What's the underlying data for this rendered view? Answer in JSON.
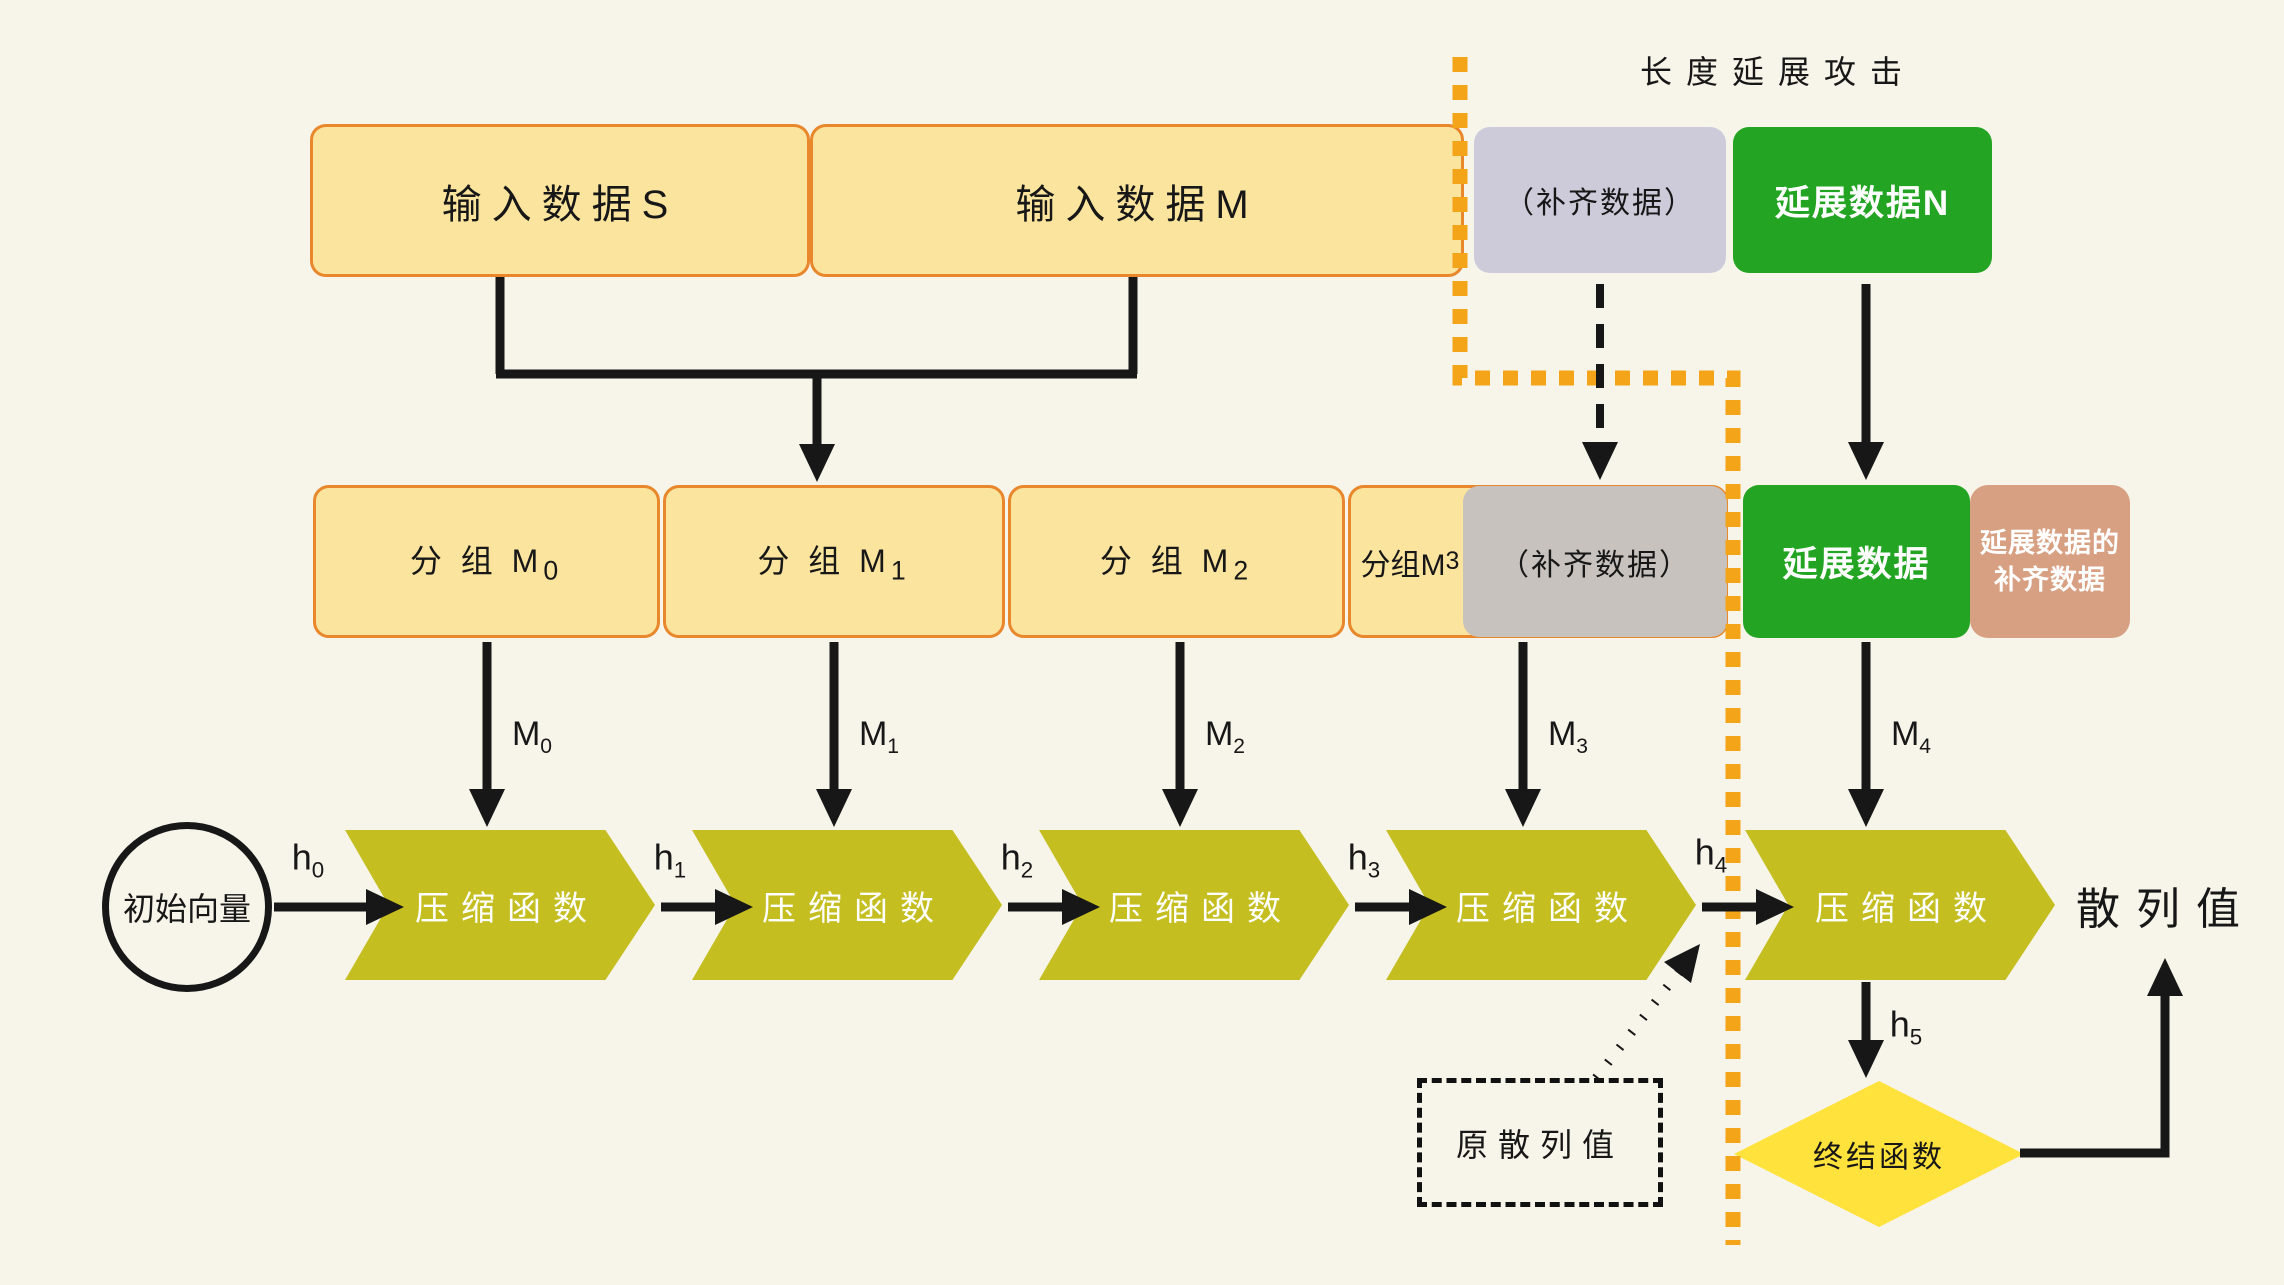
{
  "attack_label": "长度延展攻击",
  "top_row": {
    "input_s": "输入数据S",
    "input_m": "输入数据M",
    "padding": "（补齐数据）",
    "extension_n": "延展数据N"
  },
  "block_row": {
    "blocks": [
      {
        "base": "分 组 M",
        "sub": "0"
      },
      {
        "base": "分 组 M",
        "sub": "1"
      },
      {
        "base": "分 组 M",
        "sub": "2"
      },
      {
        "base": "分组M",
        "sub": "3"
      }
    ],
    "padding": "（补齐数据）",
    "extension": "延展数据",
    "extension_padding_line1": "延展数据的",
    "extension_padding_line2": "补齐数据"
  },
  "chain": {
    "iv": "初始向量",
    "compression": "压缩函数",
    "h_labels": [
      {
        "base": "h",
        "sub": "0"
      },
      {
        "base": "h",
        "sub": "1"
      },
      {
        "base": "h",
        "sub": "2"
      },
      {
        "base": "h",
        "sub": "3"
      },
      {
        "base": "h",
        "sub": "4"
      },
      {
        "base": "h",
        "sub": "5"
      }
    ],
    "m_labels": [
      {
        "base": "M",
        "sub": "0"
      },
      {
        "base": "M",
        "sub": "1"
      },
      {
        "base": "M",
        "sub": "2"
      },
      {
        "base": "M",
        "sub": "3"
      },
      {
        "base": "M",
        "sub": "4"
      }
    ],
    "hash_value": "散列值",
    "original_hash": "原散列值",
    "finalization": "终结函数"
  },
  "colors": {
    "background": "#F7F4E9",
    "block_fill": "#FBE49E",
    "block_border": "#E8872B",
    "padding_top_fill": "#CDCBDA",
    "padding_mid_fill": "#C7C2BD",
    "extension_fill": "#23A523",
    "extension_padding_fill": "#D8A082",
    "compression_fill": "#C4BE20",
    "finalization_fill": "#FFE23B",
    "attack_boundary": "#F4A418",
    "line": "#171717"
  }
}
